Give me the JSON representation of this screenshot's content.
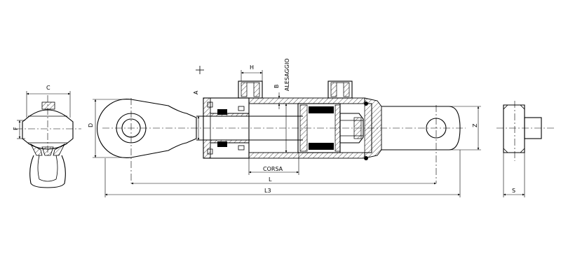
{
  "labels": {
    "c": "C",
    "f": "F",
    "d": "D",
    "a": "A",
    "h": "H",
    "b": "B",
    "alesaggio": "ALESAGGIO",
    "corsa": "CORSA",
    "l": "L",
    "l3": "L3",
    "z": "Z",
    "s": "S"
  }
}
